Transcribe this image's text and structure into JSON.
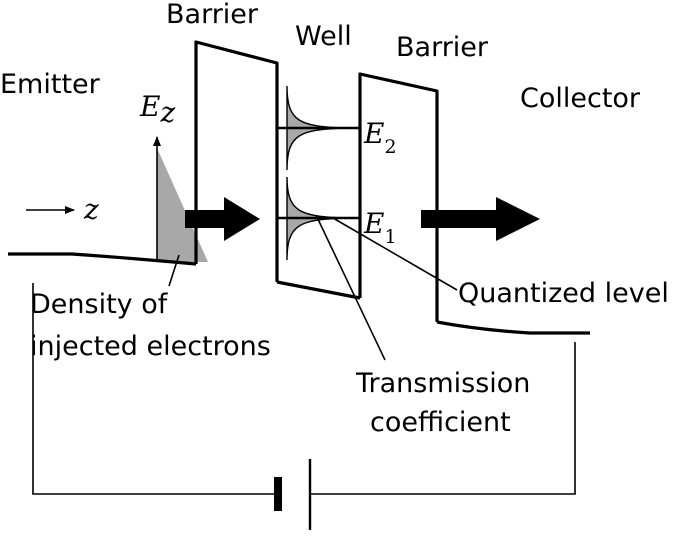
{
  "labels": {
    "emitter": "Emitter",
    "barrier_left": "Barrier",
    "well": "Well",
    "barrier_right": "Barrier",
    "collector": "Collector",
    "density_line1": "Density of",
    "density_line2": "injected electrons",
    "quantized_level": "Quantized level",
    "transmission_line1": "Transmission",
    "transmission_line2": "coefficient"
  },
  "symbols": {
    "ez_main": "E",
    "ez_sub": "z",
    "z_axis": "z",
    "e2_main": "E",
    "e2_sub": "2",
    "e1_main": "E",
    "e1_sub": "1"
  },
  "colors": {
    "line": "#000000",
    "fill": "#a8a8a8"
  }
}
